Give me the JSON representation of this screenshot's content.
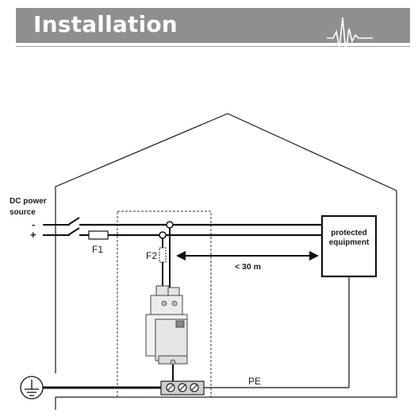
{
  "header": {
    "title": "Installation"
  },
  "labels": {
    "dc_power_line1": "DC power",
    "dc_power_line2": "source",
    "minus": "-",
    "plus": "+",
    "fuse1": "F1",
    "fuse2": "F2",
    "distance": "< 30 m",
    "equipment_line1": "protected",
    "equipment_line2": "equipment",
    "pe": "PE"
  }
}
